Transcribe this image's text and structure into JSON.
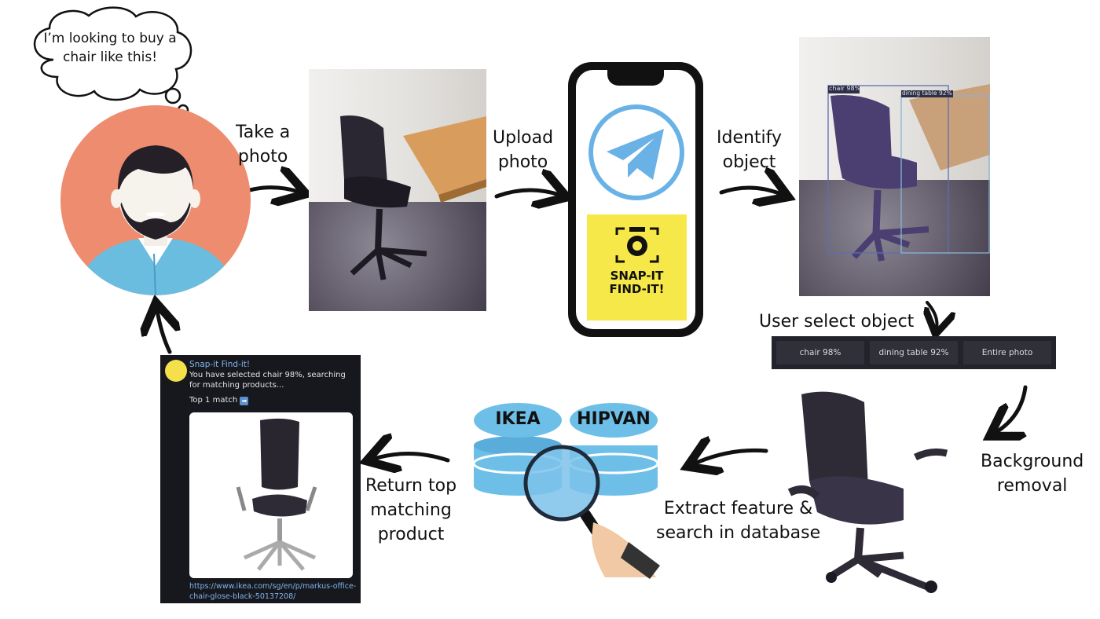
{
  "thought": {
    "text": "I’m looking to buy a chair like this!"
  },
  "steps": {
    "take_photo": "Take a\nphoto",
    "upload_photo": "Upload\nphoto",
    "identify_object": "Identify\nobject",
    "user_select": "User select object",
    "background_removal": "Background\nremoval",
    "extract_search": "Extract feature &\nsearch in database",
    "return_top": "Return top\nmatching\nproduct"
  },
  "app_logo": {
    "text": "SNAP-IT\nFIND-IT!"
  },
  "detections": {
    "box1": "chair 98%",
    "box2": "dining table 92%"
  },
  "select_buttons": [
    "chair 98%",
    "dining table 92%",
    "Entire photo"
  ],
  "databases": [
    "IKEA",
    "HIPVAN"
  ],
  "chat": {
    "bot_name": "Snap-it Find-it!",
    "message": "You have selected chair 98%, searching for matching products...",
    "match_label": "Top 1 match",
    "match_icon": "arrow-right-emoji",
    "link": "https://www.ikea.com/sg/en/p/markus-office-chair-glose-black-50137208/"
  },
  "colors": {
    "avatar_bg": "#ee8c6f",
    "shirt": "#6bbde0",
    "telegram_blue": "#6ab2e6",
    "snap_yellow": "#f7e84a",
    "db_blue": "#6dbfe8",
    "chair_purple": "#3a3448"
  }
}
